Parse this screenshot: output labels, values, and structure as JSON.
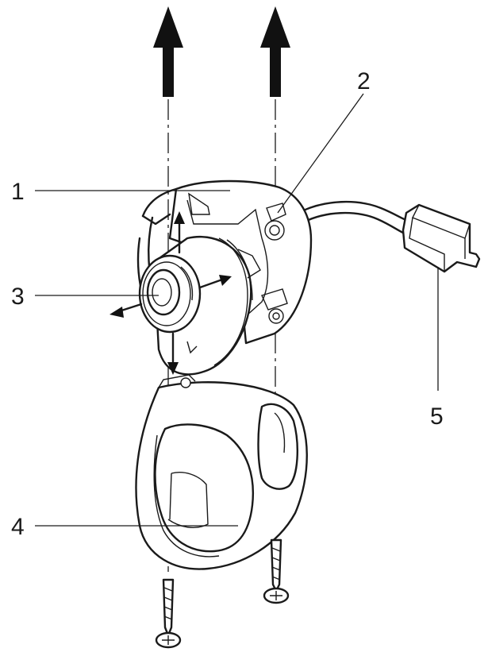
{
  "callouts": {
    "c1": "1",
    "c2": "2",
    "c3": "3",
    "c4": "4",
    "c5": "5"
  },
  "colors": {
    "line": "#1a1a1a",
    "arrow": "#111111",
    "background": "#ffffff"
  }
}
